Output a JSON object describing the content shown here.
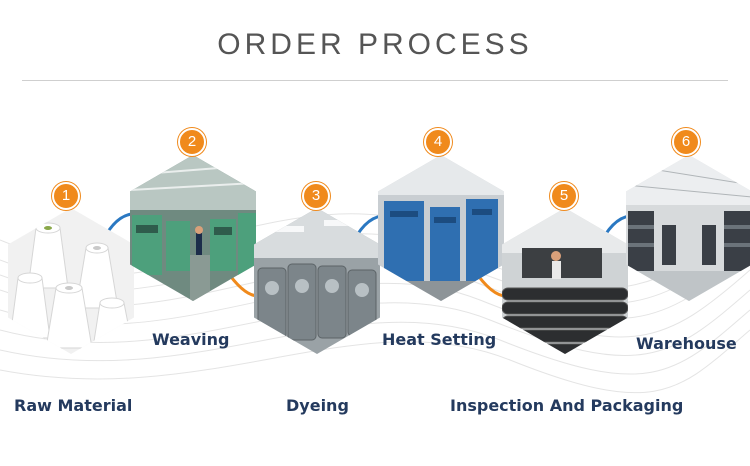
{
  "title": "ORDER PROCESS",
  "colors": {
    "accent": "#f08a1c",
    "connector_blue": "#2a78c2",
    "label": "#243a5e"
  },
  "steps": [
    {
      "number": "1",
      "label": "Raw Material"
    },
    {
      "number": "2",
      "label": "Weaving"
    },
    {
      "number": "3",
      "label": "Dyeing"
    },
    {
      "number": "4",
      "label": "Heat Setting"
    },
    {
      "number": "5",
      "label": "Inspection And Packaging"
    },
    {
      "number": "6",
      "label": "Warehouse"
    }
  ]
}
